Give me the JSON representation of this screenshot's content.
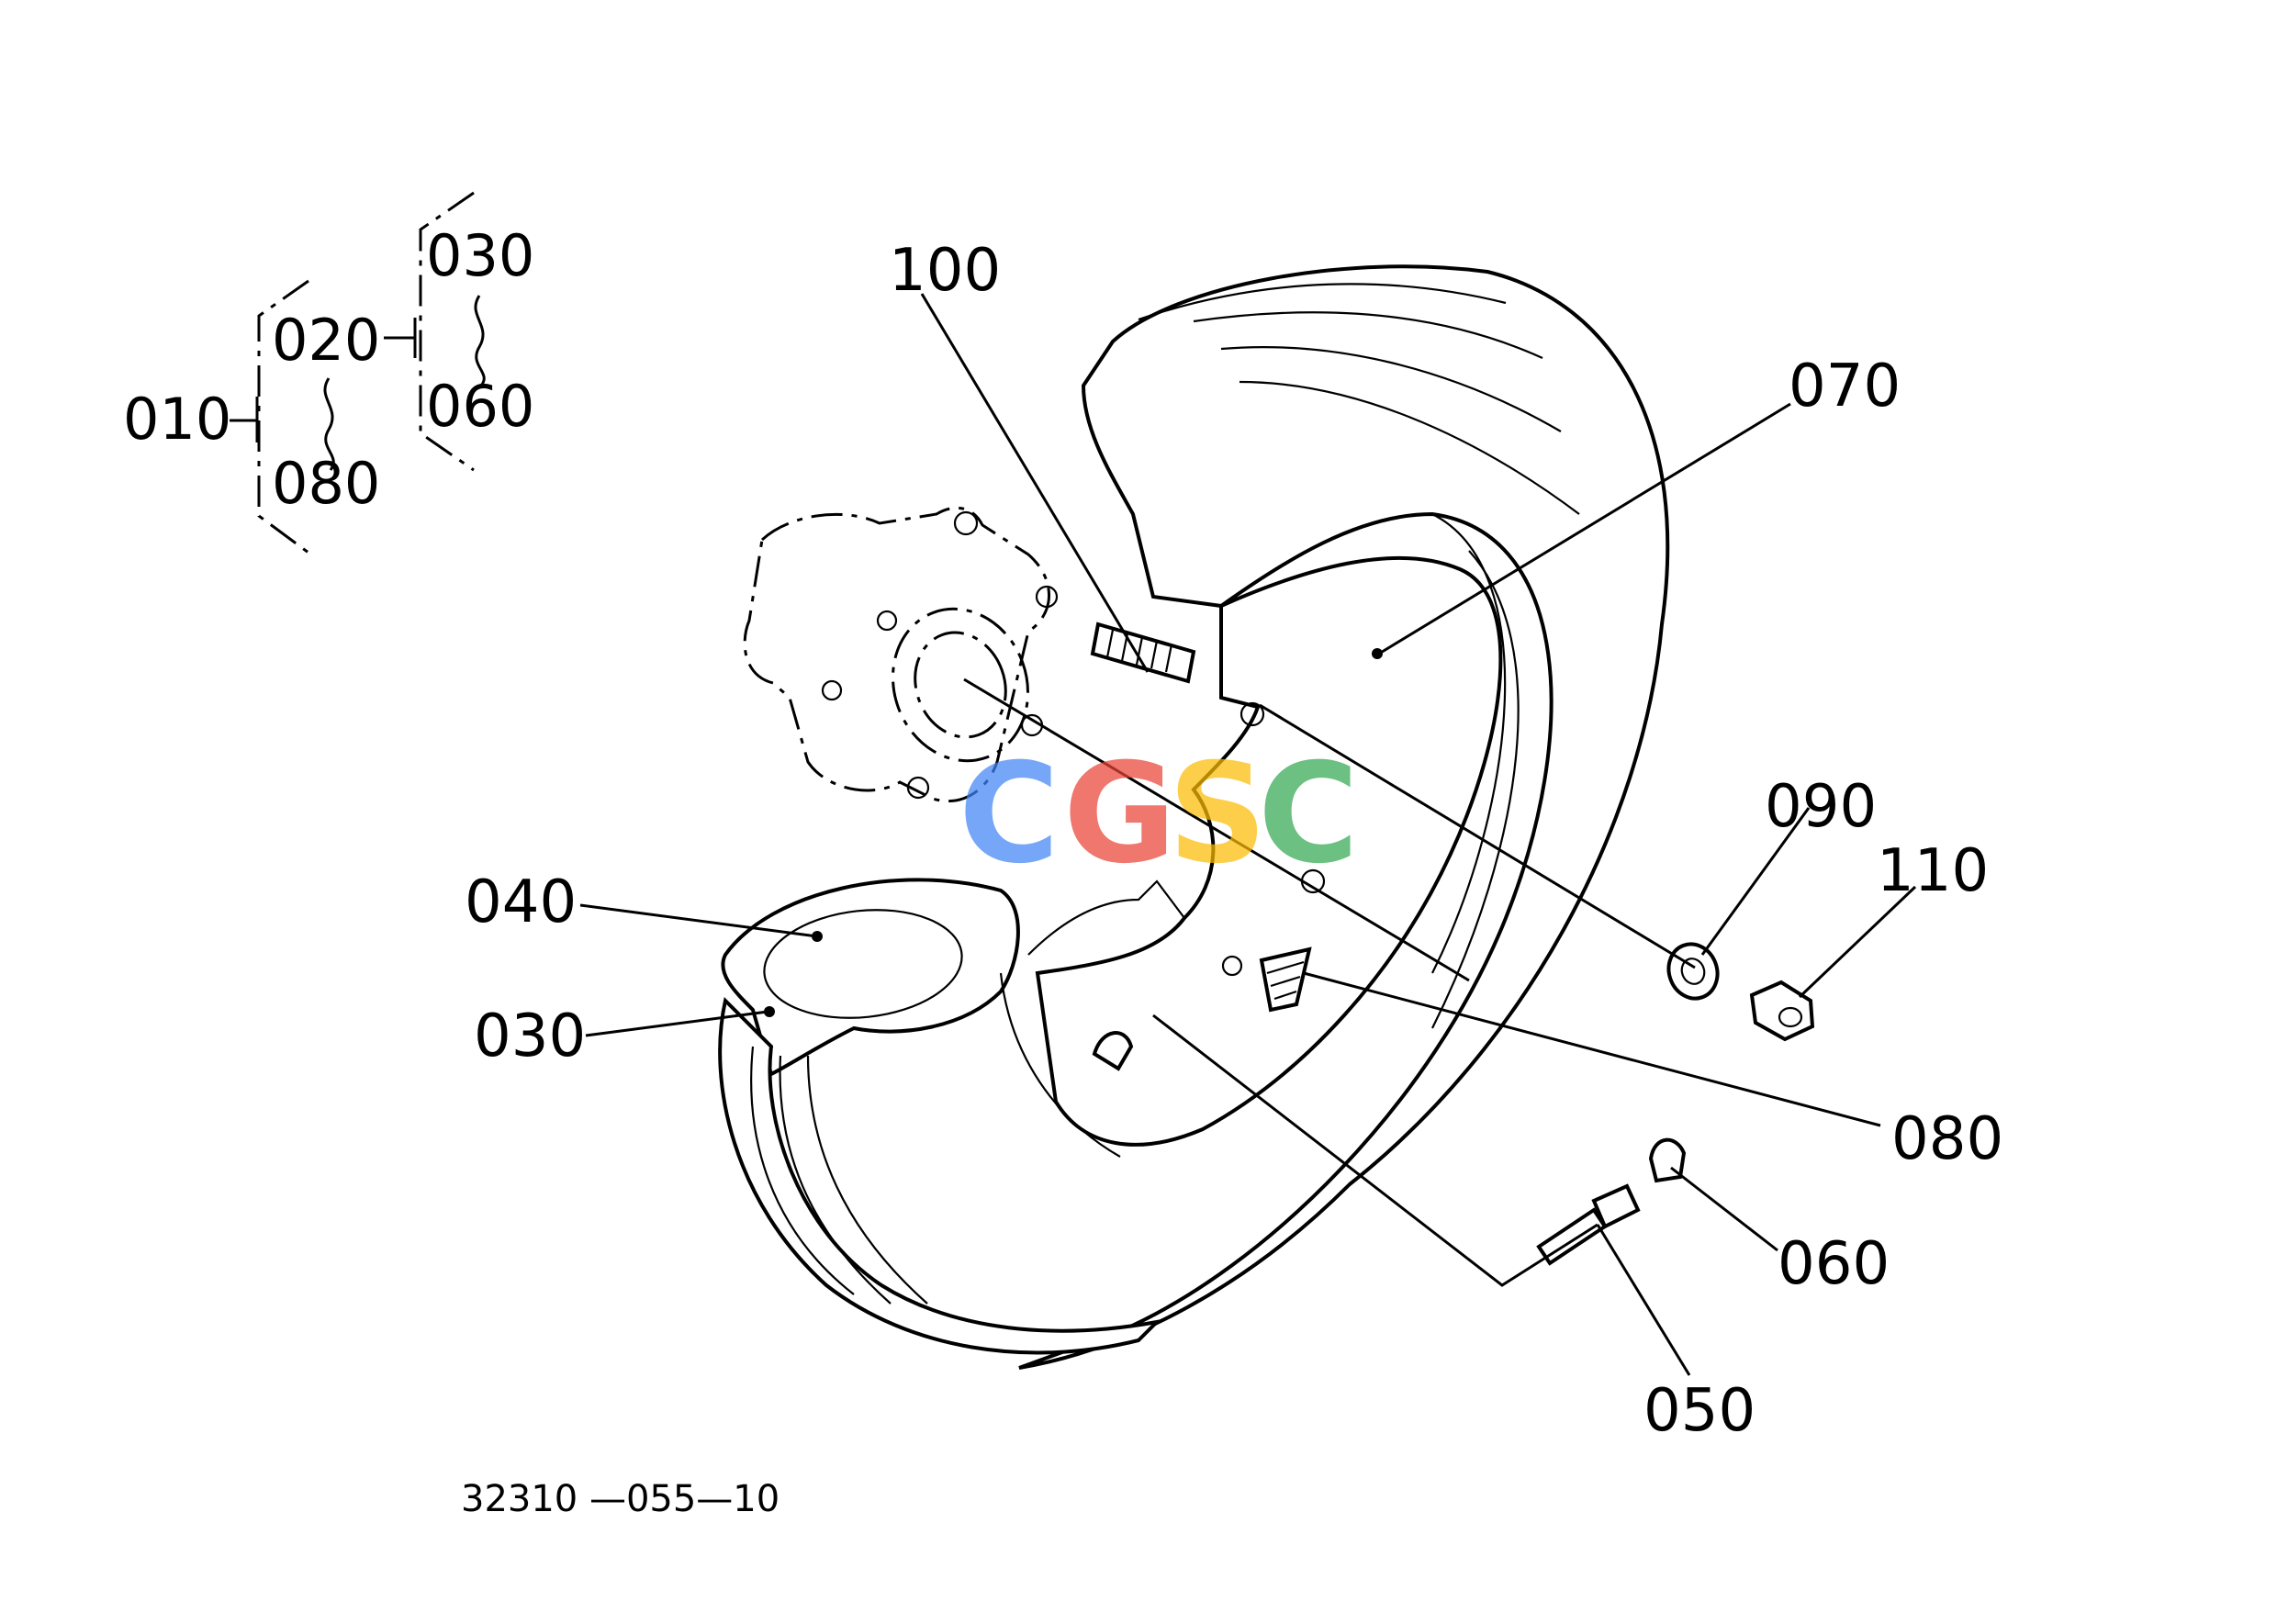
{
  "diagram": {
    "drawing_code": "32310 —055—10",
    "watermark": {
      "letters": [
        "C",
        "G",
        "S",
        "C"
      ],
      "colors": [
        "#4285F4",
        "#EA4335",
        "#FBBC05",
        "#34A853"
      ]
    },
    "assembly_tree": {
      "root": "010",
      "level1": "020",
      "level1_range_end": "080",
      "level2": "030",
      "level2_range_end": "060"
    },
    "callouts": [
      {
        "id": "100",
        "label": "100"
      },
      {
        "id": "070",
        "label": "070"
      },
      {
        "id": "090",
        "label": "090"
      },
      {
        "id": "110",
        "label": "110"
      },
      {
        "id": "040",
        "label": "040"
      },
      {
        "id": "030",
        "label": "030"
      },
      {
        "id": "080",
        "label": "080"
      },
      {
        "id": "060",
        "label": "060"
      },
      {
        "id": "050",
        "label": "050"
      }
    ]
  }
}
